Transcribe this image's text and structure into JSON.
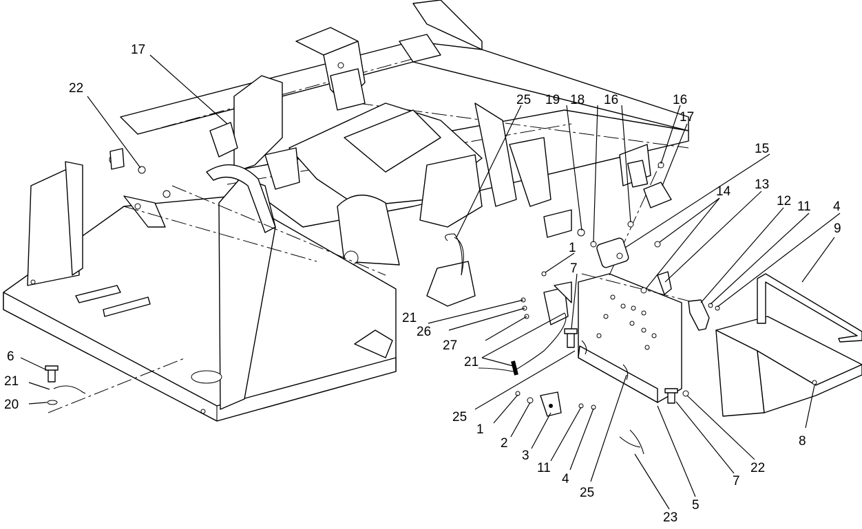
{
  "callouts": [
    {
      "label": "17"
    },
    {
      "label": "22"
    },
    {
      "label": "25"
    },
    {
      "label": "19"
    },
    {
      "label": "18"
    },
    {
      "label": "16"
    },
    {
      "label": "16"
    },
    {
      "label": "17"
    },
    {
      "label": "15"
    },
    {
      "label": "14"
    },
    {
      "label": "13"
    },
    {
      "label": "12"
    },
    {
      "label": "11"
    },
    {
      "label": "4"
    },
    {
      "label": "9"
    },
    {
      "label": "1"
    },
    {
      "label": "7"
    },
    {
      "label": "21"
    },
    {
      "label": "26"
    },
    {
      "label": "27"
    },
    {
      "label": "21"
    },
    {
      "label": "25"
    },
    {
      "label": "1"
    },
    {
      "label": "2"
    },
    {
      "label": "3"
    },
    {
      "label": "11"
    },
    {
      "label": "4"
    },
    {
      "label": "25"
    },
    {
      "label": "23"
    },
    {
      "label": "5"
    },
    {
      "label": "7"
    },
    {
      "label": "22"
    },
    {
      "label": "8"
    },
    {
      "label": "6"
    },
    {
      "label": "21"
    },
    {
      "label": "20"
    }
  ]
}
